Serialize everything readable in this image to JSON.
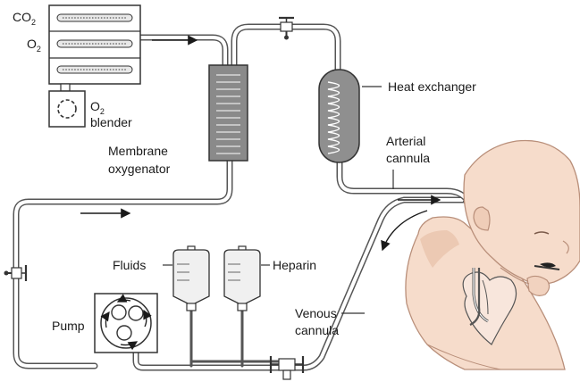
{
  "labels": {
    "co2_main": "CO",
    "co2_sub": "2",
    "o2_main": "O",
    "o2_sub": "2",
    "o2_blender_main": "O",
    "o2_blender_sub": "2",
    "o2_blender_word": "blender",
    "membrane_line1": "Membrane",
    "membrane_line2": "oxygenator",
    "heat_exchanger": "Heat exchanger",
    "arterial_line1": "Arterial",
    "arterial_line2": "cannula",
    "fluids": "Fluids",
    "heparin": "Heparin",
    "pump": "Pump",
    "venous_line1": "Venous",
    "venous_line2": "cannula"
  },
  "colors": {
    "tube": "#555555",
    "oxygenator_fill": "#8a8a8a",
    "heat_exchanger_fill": "#8f8f8f",
    "skin": "#f6dccb",
    "skin_shadow": "#e6bfa8",
    "skin_outline": "#b98f7a",
    "bag_fill": "#f0f0f0",
    "outline": "#333333"
  }
}
